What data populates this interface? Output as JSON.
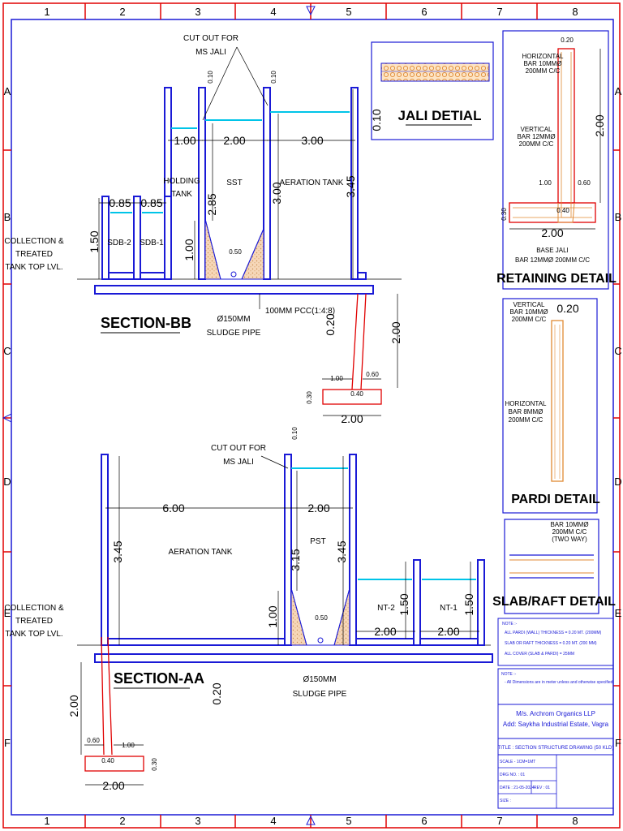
{
  "grid": {
    "cols": [
      "1",
      "2",
      "3",
      "4",
      "5",
      "6",
      "7",
      "8"
    ],
    "rows": [
      "A",
      "B",
      "C",
      "D",
      "E",
      "F"
    ]
  },
  "section_bb": {
    "title": "SECTION-BB",
    "cutout": "CUT OUT FOR",
    "cutout2": "MS JALI",
    "holding": "HOLDING",
    "holding2": "TANK",
    "sst": "SST",
    "aeration": "AERATION TANK",
    "sdb2": "SDB-2",
    "sdb1": "SDB-1",
    "collection1": "COLLECTION &",
    "collection2": "TREATED",
    "collection3": "TANK TOP LVL.",
    "sludge1": "Ø150MM",
    "sludge2": "SLUDGE PIPE",
    "pcc": "100MM PCC(1:4:8)",
    "dims": {
      "d085a": "0.85",
      "d085b": "0.85",
      "d100": "1.00",
      "d200": "2.00",
      "d300": "3.00",
      "d150": "1.50",
      "d285": "2.85",
      "d100v": "1.00",
      "d300v": "3.00",
      "d345": "3.45",
      "d010a": "0.10",
      "d010b": "0.10",
      "d050": "0.50",
      "d020": "0.20",
      "d200v": "2.00",
      "d100s": "1.00",
      "d060": "0.60",
      "d030": "0.30",
      "d040": "0.40",
      "d200f": "2.00"
    }
  },
  "section_aa": {
    "title": "SECTION-AA",
    "cutout": "CUT OUT FOR",
    "cutout2": "MS JALI",
    "aeration": "AERATION TANK",
    "pst": "PST",
    "nt2": "NT-2",
    "nt1": "NT-1",
    "collection1": "COLLECTION &",
    "collection2": "TREATED",
    "collection3": "TANK TOP LVL.",
    "sludge1": "Ø150MM",
    "sludge2": "SLUDGE PIPE",
    "dims": {
      "d600": "6.00",
      "d200": "2.00",
      "d345a": "3.45",
      "d315": "3.15",
      "d345b": "3.45",
      "d100": "1.00",
      "d050": "0.50",
      "d010": "0.10",
      "d150a": "1.50",
      "d150b": "1.50",
      "d200a": "2.00",
      "d200b": "2.00",
      "d200v": "2.00",
      "d020": "0.20",
      "d060": "0.60",
      "d100s": "1.00",
      "d040": "0.40",
      "d030": "0.30",
      "d200f": "2.00"
    }
  },
  "jali": {
    "title": "JALI DETIAL",
    "dim": "0.10"
  },
  "retaining": {
    "title": "RETAINING DETAIL",
    "horiz1": "HORIZONTAL",
    "horiz2": "BAR 10MMØ",
    "horiz3": "200MM C/C",
    "vert1": "VERTICAL",
    "vert2": "BAR 12MMØ",
    "vert3": "200MM C/C",
    "base1": "BASE JALI",
    "base2": "BAR 12MMØ 200MM C/C",
    "d020": "0.20",
    "d200v": "2.00",
    "d100": "1.00",
    "d060": "0.60",
    "d040": "0.40",
    "d030": "0.30",
    "d200": "2.00"
  },
  "pardi": {
    "title": "PARDI DETAIL",
    "vert1": "VERTICAL",
    "vert2": "BAR 10MMØ",
    "vert3": "200MM C/C",
    "horiz1": "HORIZONTAL",
    "horiz2": "BAR 8MMØ",
    "horiz3": "200MM C/C",
    "d020": "0.20"
  },
  "slab": {
    "title": "SLAB/RAFT DETAIL",
    "l1": "BAR 10MMØ",
    "l2": "200MM C/C",
    "l3": "(TWO WAY)"
  },
  "notes": {
    "head": "NOTE :-",
    "n1": "ALL PARDI (WALL) THICKNESS = 0.20 MT. (200MM)",
    "n2": "SLAB OR RAFT THICKNESS = 0.20 MT. (200 MM)",
    "n3": "ALL COVER (SLAB & PARDI) = 25MM",
    "head2": "NOTE :-",
    "n4": "- All Dimensions are in meter unless and otherwise specified."
  },
  "titleblock": {
    "company": "M/s. Archrom Organics LLP",
    "address": "Add: Saykha Industrial Estate, Vagra",
    "title": "TITLE :  SECTION STRUCTURE DRAWING (50 KLD)",
    "scale": "SCALE - 1CM=1MT",
    "drg": "DRG NO. : 01",
    "date": "DATE : 21-05-2024",
    "rev": "REV : 01",
    "size": "SIZE :"
  },
  "colors": {
    "wall": "#1a1ad6",
    "frame": "#e00000",
    "water": "#00c4e8",
    "concrete": "#f1c79f"
  }
}
